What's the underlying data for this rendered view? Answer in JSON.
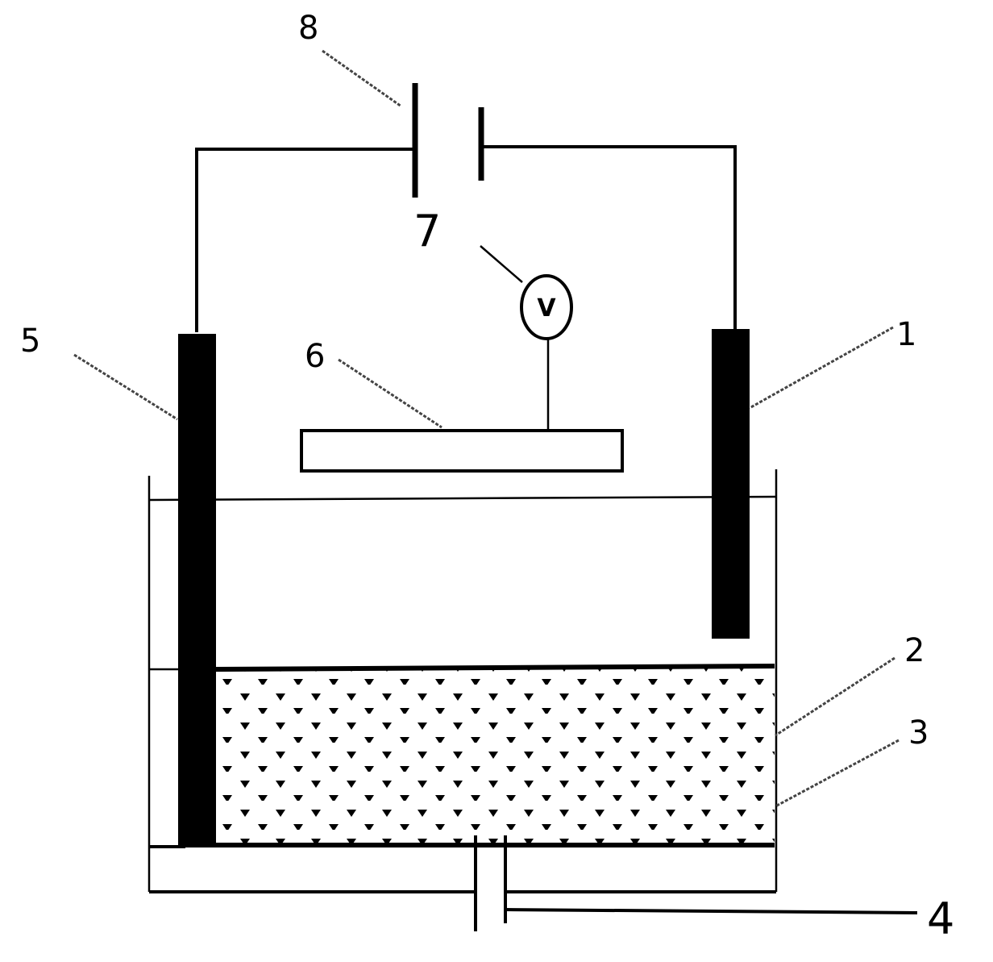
{
  "labels": {
    "electrode_1": "1",
    "layer_2": "2",
    "layer_3": "3",
    "outlet_4": "4",
    "electrode_5": "5",
    "plate_6": "6",
    "voltmeter_7": "7",
    "power_source_8": "8",
    "voltmeter_symbol": "V"
  },
  "colors": {
    "stroke": "#000000",
    "background": "#ffffff",
    "electrode_fill": "#000000"
  }
}
